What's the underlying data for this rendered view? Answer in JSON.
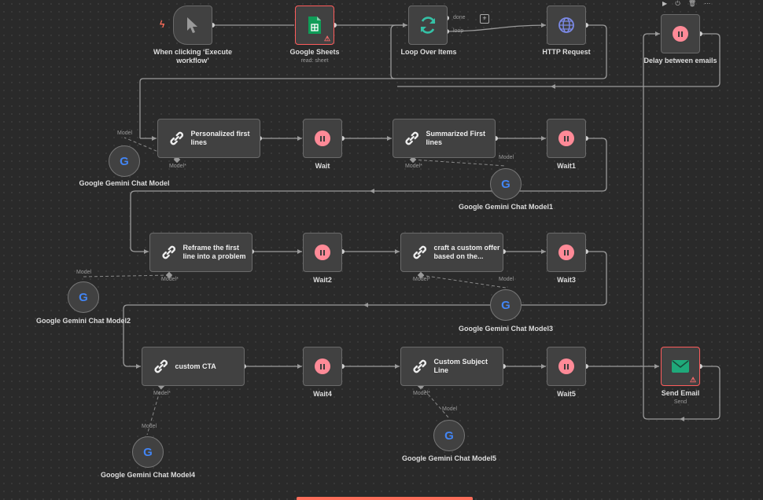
{
  "toolbar": {
    "icons": "▶ ⏻ 🗑 ⋯"
  },
  "nodes": {
    "trigger": {
      "title": "When clicking ‘Execute workflow’",
      "icon": "cursor-icon"
    },
    "sheets": {
      "title": "Google Sheets",
      "subtitle": "read: sheet",
      "icon": "google-sheets-icon"
    },
    "loop": {
      "title": "Loop Over Items",
      "done_label": "done",
      "loop_label": "loop",
      "icon": "refresh-icon"
    },
    "http": {
      "title": "HTTP Request",
      "icon": "globe-icon"
    },
    "delay": {
      "title": "Delay between emails",
      "icon": "pause-icon"
    },
    "personalized": {
      "title": "Personalized first lines"
    },
    "wait": {
      "title": "Wait"
    },
    "summarized": {
      "title": "Summarized First lines"
    },
    "wait1": {
      "title": "Wait1"
    },
    "reframe": {
      "title": "Reframe the first line into a problem"
    },
    "wait2": {
      "title": "Wait2"
    },
    "offer": {
      "title": "craft a custom offer based on the..."
    },
    "wait3": {
      "title": "Wait3"
    },
    "cta": {
      "title": "custom CTA"
    },
    "wait4": {
      "title": "Wait4"
    },
    "subject": {
      "title": "Custom Subject Line"
    },
    "wait5": {
      "title": "Wait5"
    },
    "send": {
      "title": "Send Email",
      "subtitle": "Send",
      "icon": "mail-icon"
    }
  },
  "models": {
    "m0": {
      "title": "Google Gemini Chat Model"
    },
    "m1": {
      "title": "Google Gemini Chat Model1"
    },
    "m2": {
      "title": "Google Gemini Chat Model2"
    },
    "m3": {
      "title": "Google Gemini Chat Model3"
    },
    "m4": {
      "title": "Google Gemini Chat Model4"
    },
    "m5": {
      "title": "Google Gemini Chat Model5"
    }
  },
  "labels": {
    "model": "Model",
    "model_required": "Model*"
  },
  "colors": {
    "canvas": "#2a2a2a",
    "node": "#414141",
    "error": "#ff5c5c",
    "wait": "#ff8a97",
    "sheets": "#0f9d58",
    "loop": "#35c1a6",
    "http": "#7b89e6",
    "mail": "#1fa97a"
  }
}
